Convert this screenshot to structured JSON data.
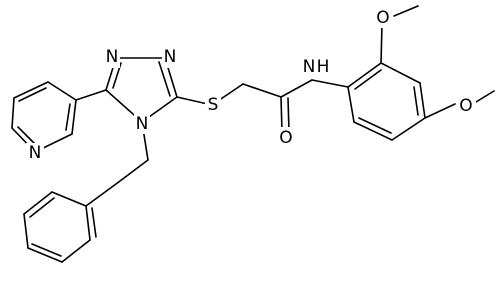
{
  "molecule": {
    "atom_labels": {
      "n_triazole_1": "N",
      "n_triazole_2": "N",
      "n_triazole_4": "N",
      "n_pyridine": "N",
      "s_thioether": "S",
      "o_carbonyl": "O",
      "nh_amide": "N",
      "h_amide": "H",
      "o_methoxy_top": "O",
      "o_methoxy_right": "O"
    },
    "colors": {
      "bond": "#000000",
      "label": "#000000",
      "background": "#ffffff"
    }
  }
}
